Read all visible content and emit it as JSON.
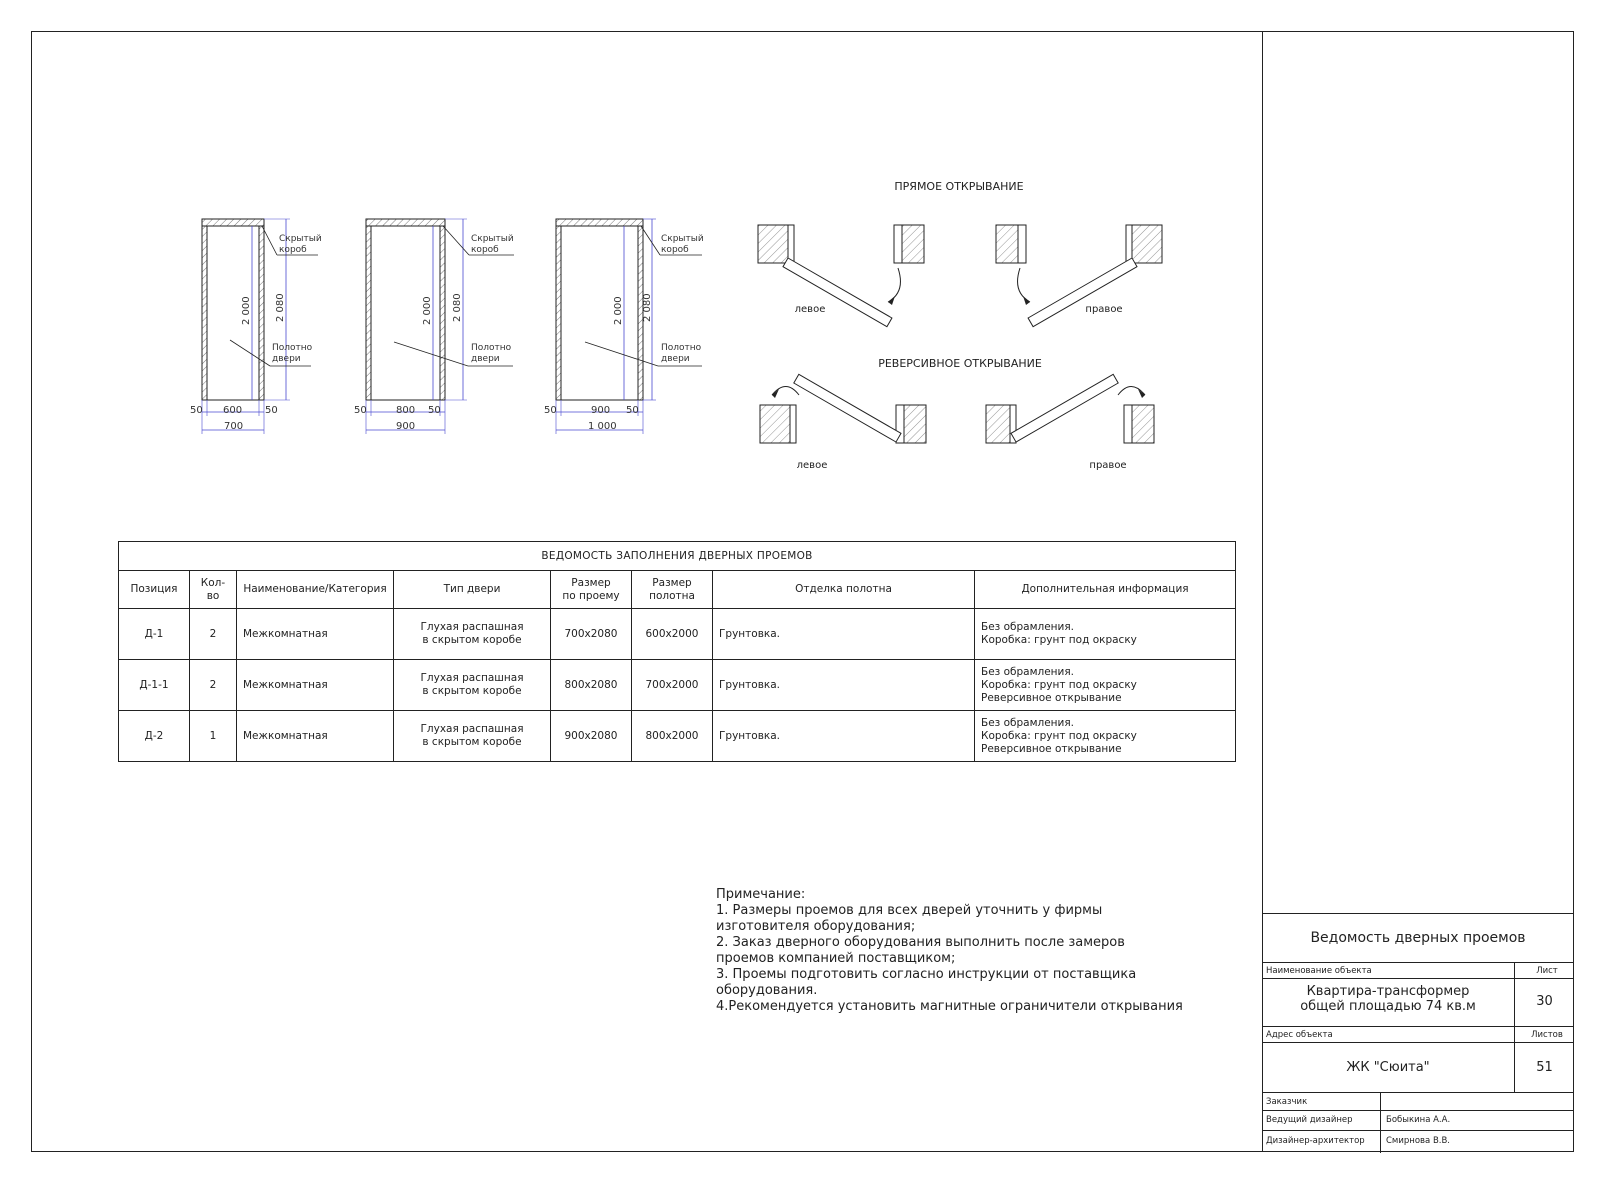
{
  "drawings": {
    "door_common": {
      "label_box": "Скрытый\nкороб",
      "label_leaf": "Полотно\nдвери",
      "dim_leaf_h": "2 000",
      "dim_total_h": "2 080"
    },
    "door1": {
      "edge_left": "50",
      "inner": "600",
      "edge_right": "50",
      "total": "700"
    },
    "door2": {
      "edge_left": "50",
      "inner": "800",
      "edge_right": "50",
      "total": "900"
    },
    "door3": {
      "edge_left": "50",
      "inner": "900",
      "edge_right": "50",
      "total": "1 000"
    },
    "direct": {
      "title": "ПРЯМОЕ ОТКРЫВАНИЕ",
      "left": "левое",
      "right": "правое"
    },
    "reverse": {
      "title": "РЕВЕРСИВНОЕ ОТКРЫВАНИЕ",
      "left": "левое",
      "right": "правое"
    }
  },
  "schedule": {
    "caption": "ВЕДОМОСТЬ ЗАПОЛНЕНИЯ ДВЕРНЫХ ПРОЕМОВ",
    "headers": [
      "Позиция",
      "Кол-во",
      "Наименование/Категория",
      "Тип двери",
      "Размер\nпо проему",
      "Размер\nполотна",
      "Отделка полотна",
      "Дополнительная информация"
    ],
    "rows": [
      [
        "Д-1",
        "2",
        "Межкомнатная",
        "Глухая распашная\nв скрытом коробе",
        "700х2080",
        "600х2000",
        "Грунтовка.",
        "Без обрамления.\nКоробка: грунт под окраску"
      ],
      [
        "Д-1-1",
        "2",
        "Межкомнатная",
        "Глухая распашная\nв скрытом коробе",
        "800х2080",
        "700х2000",
        "Грунтовка.",
        "Без обрамления.\nКоробка: грунт под окраску\nРеверсивное открывание"
      ],
      [
        "Д-2",
        "1",
        "Межкомнатная",
        "Глухая распашная\nв скрытом коробе",
        "900х2080",
        "800х2000",
        "Грунтовка.",
        "Без обрамления.\nКоробка: грунт под окраску\nРеверсивное открывание"
      ]
    ]
  },
  "notes": "Примечание:\n1. Размеры проемов для всех дверей уточнить у фирмы изготовителя оборудования;\n2. Заказ дверного оборудования выполнить после замеров проемов компанией поставщиком;\n3. Проемы подготовить согласно инструкции от поставщика оборудования.\n4.Рекомендуется установить магнитные ограничители открывания",
  "title_block": {
    "sheet_title": "Ведомость дверных проемов",
    "object_name_label": "Наименование объекта",
    "sheet_label": "Лист",
    "object_name": "Квартира-трансформер\nобщей площадью 74 кв.м",
    "sheet_no": "30",
    "address_label": "Адрес объекта",
    "sheets_label": "Листов",
    "address": "ЖК \"Сюита\"",
    "sheets_total": "51",
    "customer_label": "Заказчик",
    "customer": "",
    "lead_designer_label": "Ведущий дизайнер",
    "lead_designer": "Бобыкина А.А.",
    "architect_label": "Дизайнер-архитектор",
    "architect": "Смирнова В.В."
  },
  "colors": {
    "line": "#222222",
    "dimension": "#4a4ad0",
    "hatch": "#555555"
  }
}
